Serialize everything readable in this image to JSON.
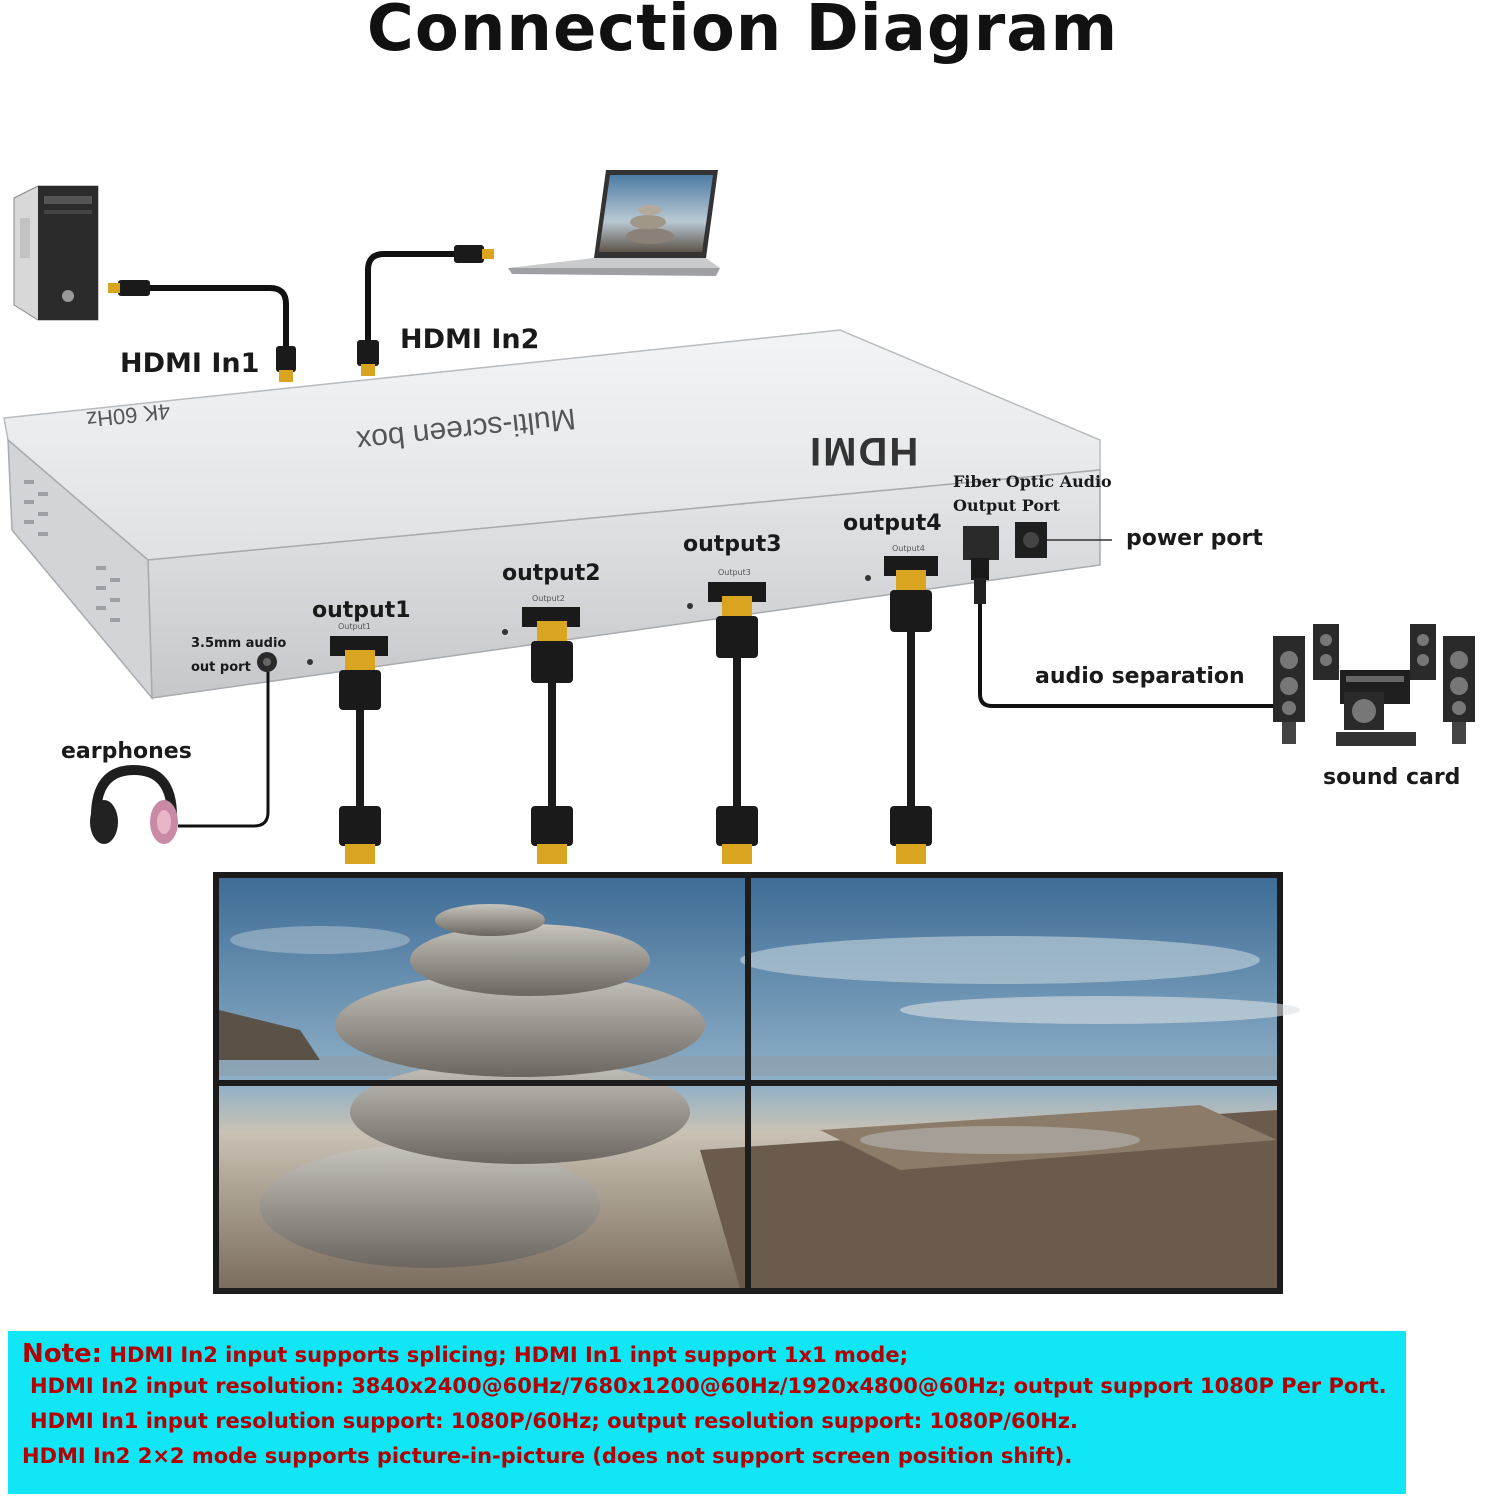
{
  "title": "Connection Diagram",
  "device": {
    "brand_mark": "HDMI",
    "model_text": "Multi-screen box",
    "spec_text": "4K 60Hz"
  },
  "labels": {
    "hdmi_in1": "HDMI In1",
    "hdmi_in2": "HDMI In2",
    "fiber_line1": "Fiber Optic Audio",
    "fiber_line2": "Output Port",
    "power_port": "power port",
    "output1": "output1",
    "output2": "output2",
    "output3": "output3",
    "output4": "output4",
    "audio_line1": "3.5mm audio",
    "audio_line2": "out port",
    "earphones": "earphones",
    "audio_separation": "audio separation",
    "sound_card": "sound card"
  },
  "port_tags": [
    "Output1",
    "Output2",
    "Output3",
    "Output4"
  ],
  "note": {
    "prefix": "Note:",
    "line1": "HDMI In2 input supports splicing; HDMI In1 inpt support 1x1 mode;",
    "line2": "HDMI In2 input resolution: 3840x2400@60Hz/7680x1200@60Hz/1920x4800@60Hz; output support 1080P Per Port.",
    "line3": "HDMI In1 input resolution support: 1080P/60Hz; output resolution support: 1080P/60Hz.",
    "line4": "HDMI In2 2×2 mode supports picture-in-picture (does not support screen position shift)."
  },
  "colors": {
    "note_background": "#10e6f5",
    "note_text": "#b30000",
    "box_body": "#d4d6d9",
    "cable": "#111111",
    "connector_gold": "#d9a520"
  }
}
